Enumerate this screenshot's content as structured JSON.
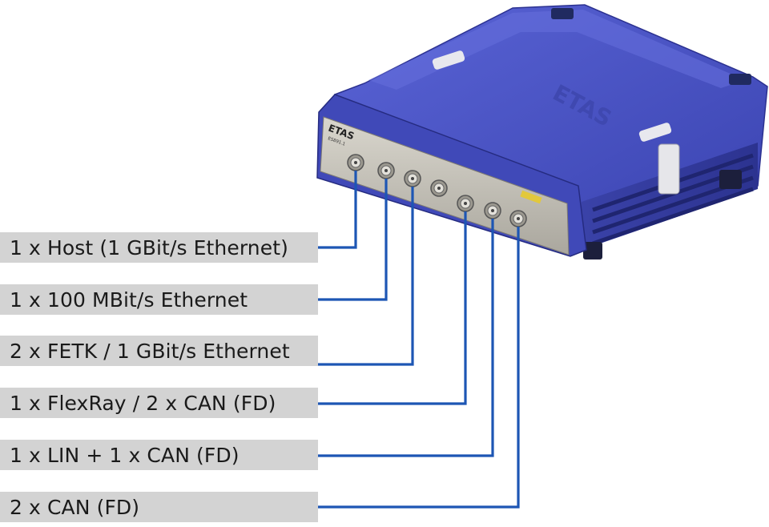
{
  "device": {
    "brand_label": "ETAS",
    "model_label": "ES891.1",
    "body_color": "#4b55c6",
    "panel_color": "#c9c6bd",
    "leader_line_color": "#1d56b4"
  },
  "ports": [
    {
      "label": "1 x  Host (1 GBit/s Ethernet)"
    },
    {
      "label": "1 x  100 MBit/s Ethernet"
    },
    {
      "label": "2 x  FETK / 1 GBit/s Ethernet"
    },
    {
      "label": "1 x  FlexRay / 2 x CAN (FD)"
    },
    {
      "label": "1 x  LIN + 1 x CAN (FD)"
    },
    {
      "label": "2 x  CAN (FD)"
    }
  ]
}
